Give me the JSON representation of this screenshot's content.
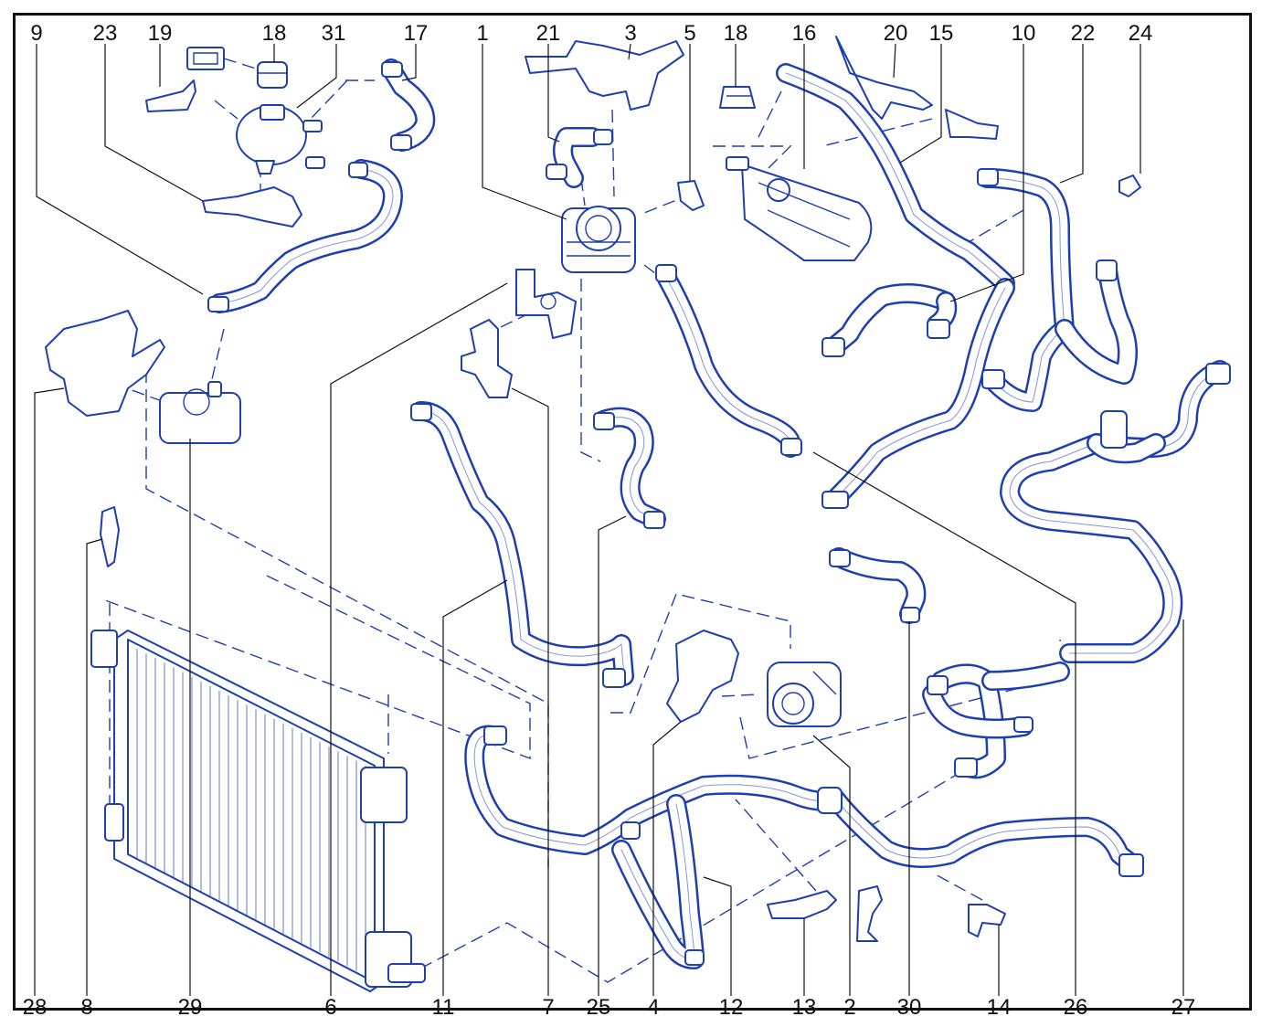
{
  "colors": {
    "line": "#1d3fb0",
    "text": "#111111",
    "background": "#ffffff"
  },
  "callouts": {
    "c9": "9",
    "c23": "23",
    "c19": "19",
    "c18a": "18",
    "c31": "31",
    "c17": "17",
    "c1": "1",
    "c21": "21",
    "c3": "3",
    "c5": "5",
    "c18b": "18",
    "c16": "16",
    "c20": "20",
    "c15": "15",
    "c10": "10",
    "c22": "22",
    "c24": "24",
    "c28": "28",
    "c8": "8",
    "c29": "29",
    "c6": "6",
    "c11": "11",
    "c7": "7",
    "c25": "25",
    "c4": "4",
    "c12": "12",
    "c13": "13",
    "c2": "2",
    "c30": "30",
    "c14": "14",
    "c26": "26",
    "c27": "27"
  }
}
